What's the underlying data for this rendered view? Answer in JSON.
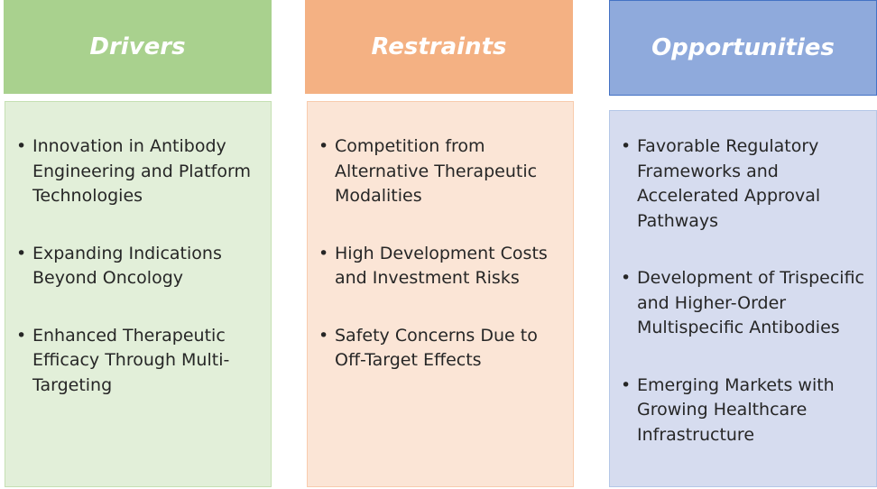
{
  "columns": {
    "drivers": {
      "title": "Drivers",
      "items": [
        "Innovation in Antibody Engineering and Platform Technologies",
        "Expanding Indications Beyond Oncology",
        "Enhanced Therapeutic Efficacy Through Multi-Targeting"
      ]
    },
    "restraints": {
      "title": "Restraints",
      "items": [
        "Competition from Alternative Therapeutic Modalities",
        "High Development Costs and Investment Risks",
        "Safety Concerns Due to Off-Target Effects"
      ]
    },
    "opportunities": {
      "title": "Opportunities",
      "items": [
        "Favorable Regulatory Frameworks and Accelerated Approval Pathways",
        "Development of Trispecific and Higher-Order Multispecific Antibodies",
        "Emerging Markets with Growing Healthcare Infrastructure"
      ]
    }
  },
  "bullet_glyph": "•",
  "colors": {
    "drivers_header": "#a9d18e",
    "drivers_body": "#e2efd9",
    "restraints_header": "#f4b183",
    "restraints_body": "#fbe5d6",
    "opportunities_header": "#8faadc",
    "opportunities_body": "#d6dcef",
    "text": "#262626"
  }
}
